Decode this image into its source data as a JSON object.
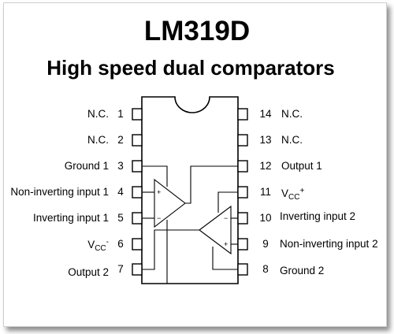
{
  "title": "LM319D",
  "subtitle": "High speed dual comparators",
  "left_pins": [
    {
      "number": "1",
      "label": "N.C."
    },
    {
      "number": "2",
      "label": "N.C."
    },
    {
      "number": "3",
      "label": "Ground 1"
    },
    {
      "number": "4",
      "label": "Non-inverting input 1"
    },
    {
      "number": "5",
      "label": "Inverting input 1"
    },
    {
      "number": "6",
      "label_main": "V",
      "label_sub": "CC",
      "label_sup": "-"
    },
    {
      "number": "7",
      "label": "Output 2"
    }
  ],
  "right_pins": [
    {
      "number": "14",
      "label": "N.C."
    },
    {
      "number": "13",
      "label": "N.C."
    },
    {
      "number": "12",
      "label": "Output 1"
    },
    {
      "number": "11",
      "label_main": "V",
      "label_sub": "CC",
      "label_sup": "+"
    },
    {
      "number": "10",
      "label": "Inverting input 2"
    },
    {
      "number": "9",
      "label": "Non-inverting input 2"
    },
    {
      "number": "8",
      "label": "Ground 2"
    }
  ],
  "comparator_symbols": {
    "plus": "+",
    "minus": "−"
  },
  "colors": {
    "line": "#000000",
    "frame_shadow": "#777777"
  }
}
